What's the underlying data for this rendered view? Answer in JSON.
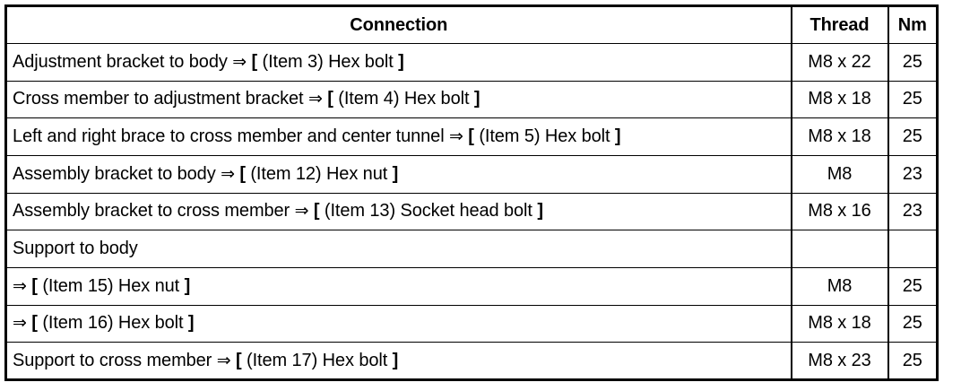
{
  "table": {
    "columns": [
      {
        "key": "connection",
        "label": "Connection",
        "align": "center"
      },
      {
        "key": "thread",
        "label": "Thread",
        "align": "center"
      },
      {
        "key": "nm",
        "label": "Nm",
        "align": "center"
      }
    ],
    "rows": [
      {
        "connection_prefix": "Adjustment bracket to body ",
        "arrow": "⇒",
        "bracket_open": " [ ",
        "item": "(Item 3) Hex bolt",
        "bracket_close": " ]",
        "connection_full": "Adjustment bracket to body ⇒ [ (Item 3) Hex bolt ]",
        "thread": "M8 x 22",
        "nm": "25"
      },
      {
        "connection_prefix": "Cross member to adjustment bracket ",
        "arrow": "⇒",
        "bracket_open": " [ ",
        "item": "(Item 4) Hex bolt",
        "bracket_close": " ]",
        "connection_full": "Cross member to adjustment bracket ⇒ [ (Item 4) Hex bolt ]",
        "thread": "M8 x 18",
        "nm": "25"
      },
      {
        "connection_prefix": "Left and right brace to cross member and center tunnel ",
        "arrow": "⇒",
        "bracket_open": " [ ",
        "item": "(Item 5) Hex bolt",
        "bracket_close": " ]",
        "connection_full": "Left and right brace to cross member and center tunnel ⇒ [ (Item 5) Hex bolt ]",
        "thread": "M8 x 18",
        "nm": "25"
      },
      {
        "connection_prefix": "Assembly bracket to body ",
        "arrow": "⇒",
        "bracket_open": " [ ",
        "item": "(Item 12) Hex nut",
        "bracket_close": " ]",
        "connection_full": "Assembly bracket to body ⇒ [ (Item 12) Hex nut ]",
        "thread": "M8",
        "nm": "23"
      },
      {
        "connection_prefix": "Assembly bracket to cross member ",
        "arrow": "⇒",
        "bracket_open": " [ ",
        "item": "(Item 13) Socket head bolt",
        "bracket_close": " ]",
        "connection_full": "Assembly bracket to cross member ⇒ [ (Item 13) Socket head bolt ]",
        "thread": "M8 x 16",
        "nm": "23"
      },
      {
        "connection_prefix": "Support to body",
        "arrow": "",
        "bracket_open": "",
        "item": "",
        "bracket_close": "",
        "connection_full": "Support to body",
        "thread": "",
        "nm": ""
      },
      {
        "connection_prefix": "",
        "arrow": "⇒",
        "bracket_open": " [ ",
        "item": "(Item 15) Hex nut",
        "bracket_close": " ]",
        "connection_full": "⇒ [ (Item 15) Hex nut ]",
        "thread": "M8",
        "nm": "25"
      },
      {
        "connection_prefix": "",
        "arrow": "⇒",
        "bracket_open": " [ ",
        "item": "(Item 16) Hex bolt",
        "bracket_close": " ]",
        "connection_full": "⇒ [ (Item 16) Hex bolt ]",
        "thread": "M8 x 18",
        "nm": "25"
      },
      {
        "connection_prefix": "Support to cross member ",
        "arrow": "⇒",
        "bracket_open": " [ ",
        "item": "(Item 17) Hex bolt",
        "bracket_close": " ]",
        "connection_full": "Support to cross member ⇒ [ (Item 17) Hex bolt ]",
        "thread": "M8 x 23",
        "nm": "25"
      }
    ]
  },
  "colors": {
    "border": "#000000",
    "text": "#000000",
    "background": "#ffffff"
  }
}
